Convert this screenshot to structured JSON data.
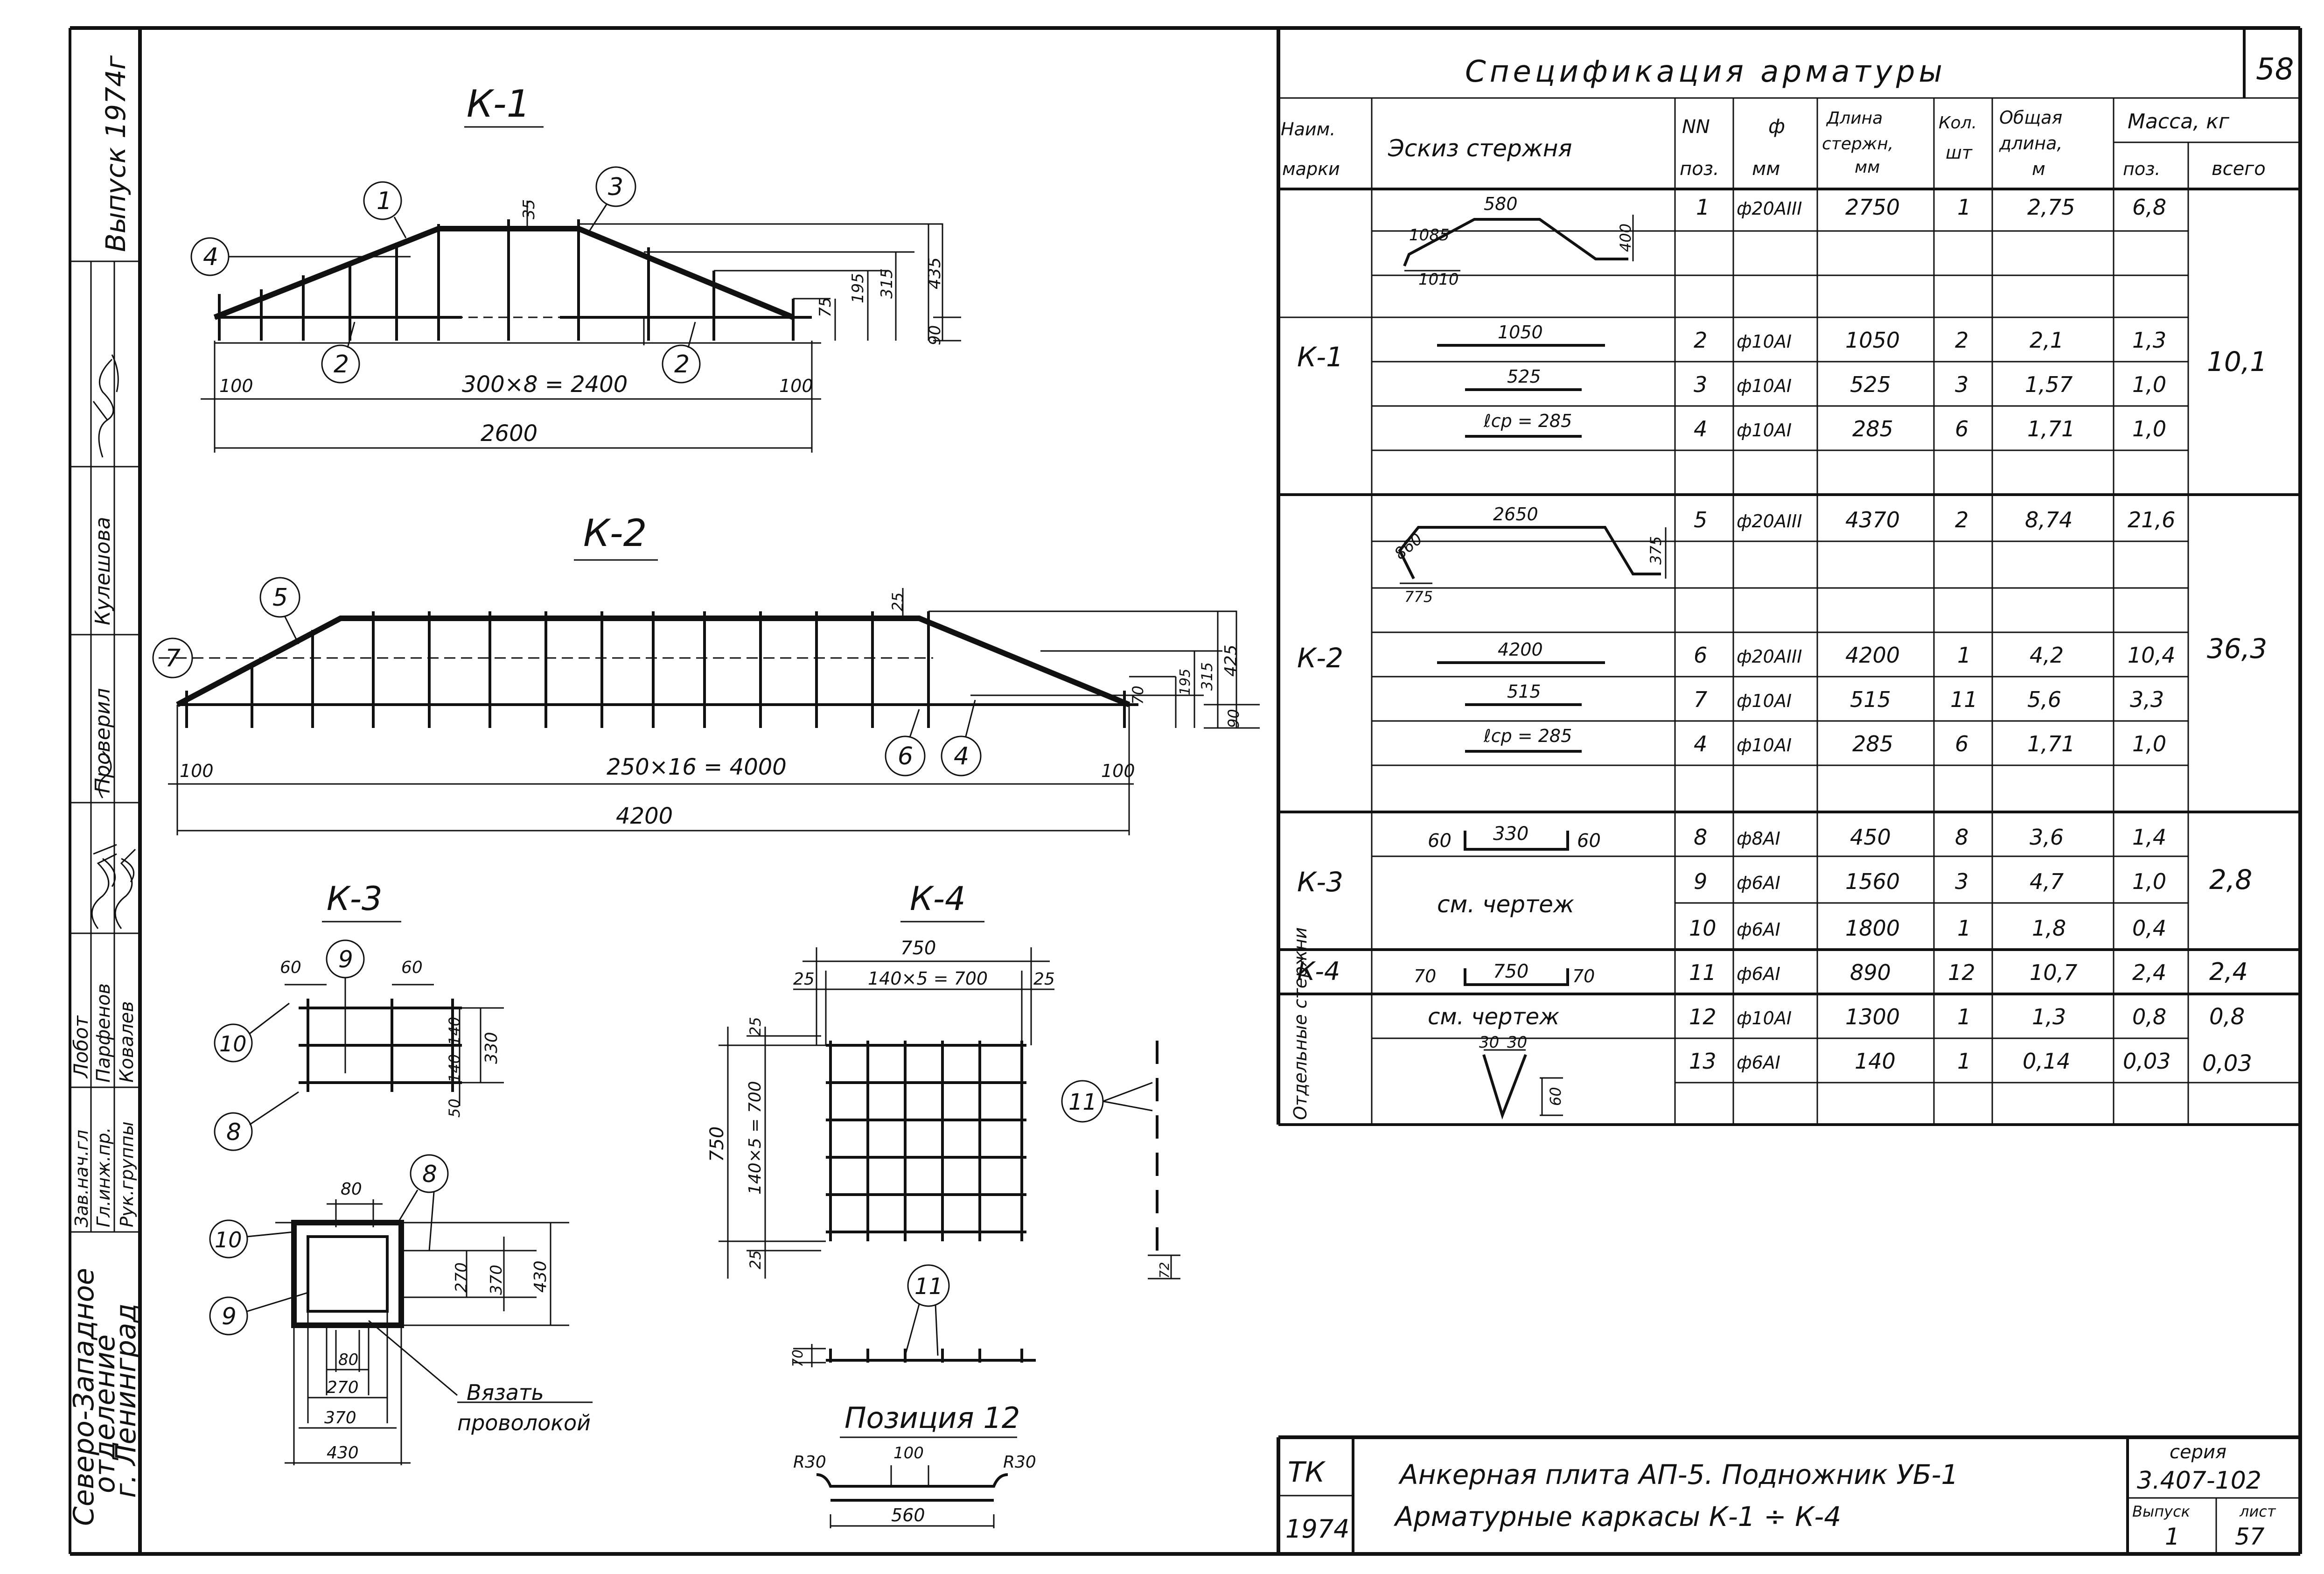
{
  "sheet_number": "58",
  "stamp_side": {
    "organization": [
      "Северо-Западное",
      "отделение",
      "г. Ленинград"
    ],
    "issue": "Выпуск 1974г",
    "roles": [
      {
        "role": "Зав.нач.гл",
        "name": "Лобот"
      },
      {
        "role": "Гл.инж.пр.",
        "name": "Парфенов"
      },
      {
        "role": "Рук.группы",
        "name": "Ковалев"
      },
      {
        "role": "Проверил",
        "name": ""
      },
      {
        "role": "",
        "name": "Кулешова"
      }
    ]
  },
  "drawings": {
    "k1": {
      "title": "К-1",
      "callouts": [
        "1",
        "2",
        "2",
        "3",
        "4"
      ],
      "dims": {
        "d35": "35",
        "d75": "75",
        "d195": "195",
        "d315": "315",
        "d435": "435",
        "d90": "90",
        "d100a": "100",
        "d100b": "100",
        "span": "300×8 = 2400",
        "total": "2600"
      }
    },
    "k2": {
      "title": "К-2",
      "callouts": [
        "5",
        "7",
        "6",
        "4"
      ],
      "dims": {
        "d25": "25",
        "d70": "70",
        "d195": "195",
        "d315": "315",
        "d425": "425",
        "d90": "90",
        "d100a": "100",
        "d100b": "100",
        "span": "250×16 = 4000",
        "total": "4200"
      }
    },
    "k3": {
      "title": "К-3",
      "callouts": [
        "9",
        "10",
        "8",
        "8",
        "10",
        "9"
      ],
      "dims": {
        "d60a": "60",
        "d60b": "60",
        "d140a": "140",
        "d140b": "140",
        "d330": "330",
        "d50": "50",
        "d80": "80",
        "d270v": "270",
        "d370v": "370",
        "d430v": "430",
        "d80b": "80",
        "d270h": "270",
        "d370h": "370",
        "d430h": "430"
      },
      "note": [
        "Вязать",
        "проволокой"
      ]
    },
    "k4": {
      "title": "К-4",
      "callouts": [
        "11",
        "11"
      ],
      "dims": {
        "top750": "750",
        "d25a": "25",
        "d25b": "25",
        "span_h": "140×5 = 700",
        "left750": "750",
        "span_v": "140×5 = 700",
        "d25c": "25",
        "d25d": "25",
        "d70": "70",
        "d72": "72"
      }
    },
    "pos12": {
      "title": "Позиция 12",
      "dims": {
        "r1": "R30",
        "r2": "R30",
        "d100": "100",
        "d560": "560"
      }
    }
  },
  "spec": {
    "title": "Спецификация арматуры",
    "headers": {
      "mark": [
        "Наим.",
        "марки"
      ],
      "sketch": "Эскиз стержня",
      "pos": [
        "NN",
        "поз."
      ],
      "dia": [
        "ф",
        "мм"
      ],
      "len": [
        "Длина",
        "стержн,",
        "мм"
      ],
      "qty": [
        "Кол.",
        "шт"
      ],
      "total_len": [
        "Общая",
        "длина,",
        "м"
      ],
      "mass": "Масса, кг",
      "mass_pos": "поз.",
      "mass_all": "всего"
    },
    "groups": [
      {
        "mark": "К-1",
        "mass_total": "10,1",
        "rows": [
          {
            "pos": "1",
            "dia": "ф20АIII",
            "len": "2750",
            "qty": "1",
            "tlen": "2,75",
            "mass": "6,8"
          },
          {
            "pos": "2",
            "dia": "ф10АI",
            "len": "1050",
            "qty": "2",
            "tlen": "2,1",
            "mass": "1,3"
          },
          {
            "pos": "3",
            "dia": "ф10АI",
            "len": "525",
            "qty": "3",
            "tlen": "1,57",
            "mass": "1,0"
          },
          {
            "pos": "4",
            "dia": "ф10АI",
            "len": "285",
            "qty": "6",
            "tlen": "1,71",
            "mass": "1,0"
          }
        ]
      },
      {
        "mark": "К-2",
        "mass_total": "36,3",
        "rows": [
          {
            "pos": "5",
            "dia": "ф20АIII",
            "len": "4370",
            "qty": "2",
            "tlen": "8,74",
            "mass": "21,6"
          },
          {
            "pos": "6",
            "dia": "ф20АIII",
            "len": "4200",
            "qty": "1",
            "tlen": "4,2",
            "mass": "10,4"
          },
          {
            "pos": "7",
            "dia": "ф10АI",
            "len": "515",
            "qty": "11",
            "tlen": "5,6",
            "mass": "3,3"
          },
          {
            "pos": "4",
            "dia": "ф10АI",
            "len": "285",
            "qty": "6",
            "tlen": "1,71",
            "mass": "1,0"
          }
        ]
      },
      {
        "mark": "К-3",
        "mass_total": "2,8",
        "rows": [
          {
            "pos": "8",
            "dia": "ф8АI",
            "len": "450",
            "qty": "8",
            "tlen": "3,6",
            "mass": "1,4"
          },
          {
            "pos": "9",
            "dia": "ф6АI",
            "len": "1560",
            "qty": "3",
            "tlen": "4,7",
            "mass": "1,0"
          },
          {
            "pos": "10",
            "dia": "ф6АI",
            "len": "1800",
            "qty": "1",
            "tlen": "1,8",
            "mass": "0,4"
          }
        ]
      },
      {
        "mark": "К-4",
        "mass_total": "2,4",
        "rows": [
          {
            "pos": "11",
            "dia": "ф6АI",
            "len": "890",
            "qty": "12",
            "tlen": "10,7",
            "mass": "2,4"
          }
        ]
      },
      {
        "mark": "Отдельные стержни",
        "rows": [
          {
            "pos": "12",
            "dia": "ф10АI",
            "len": "1300",
            "qty": "1",
            "tlen": "1,3",
            "mass": "0,8",
            "total": "0,8"
          },
          {
            "pos": "13",
            "dia": "ф6АI",
            "len": "140",
            "qty": "1",
            "tlen": "0,14",
            "mass": "0,03",
            "total": "0,03"
          }
        ]
      }
    ],
    "sketches": {
      "s1": {
        "a": "1085",
        "b": "580",
        "c": "400",
        "d": "1010"
      },
      "s2": "1050",
      "s3": "525",
      "s4": "ℓср = 285",
      "s5": {
        "a": "860",
        "b": "2650",
        "c": "375",
        "d": "775"
      },
      "s6": "4200",
      "s7": "515",
      "s8": "ℓср = 285",
      "s9": {
        "a": "60",
        "b": "330",
        "c": "60"
      },
      "s10": "см. чертеж",
      "s11": {
        "a": "70",
        "b": "750",
        "c": "70"
      },
      "s12": "см. чертеж",
      "s13": {
        "a": "30",
        "b": "30",
        "c": "60"
      }
    }
  },
  "title_block": {
    "org": "ТК",
    "year": "1974",
    "line1": "Анкерная плита АП-5. Подножник УБ-1",
    "line2": "Арматурные каркасы  К-1 ÷ К-4",
    "series_label": "серия",
    "series": "3.407-102",
    "issue_label": "Выпуск",
    "issue": "1",
    "sheet_label": "лист",
    "sheet": "57"
  }
}
